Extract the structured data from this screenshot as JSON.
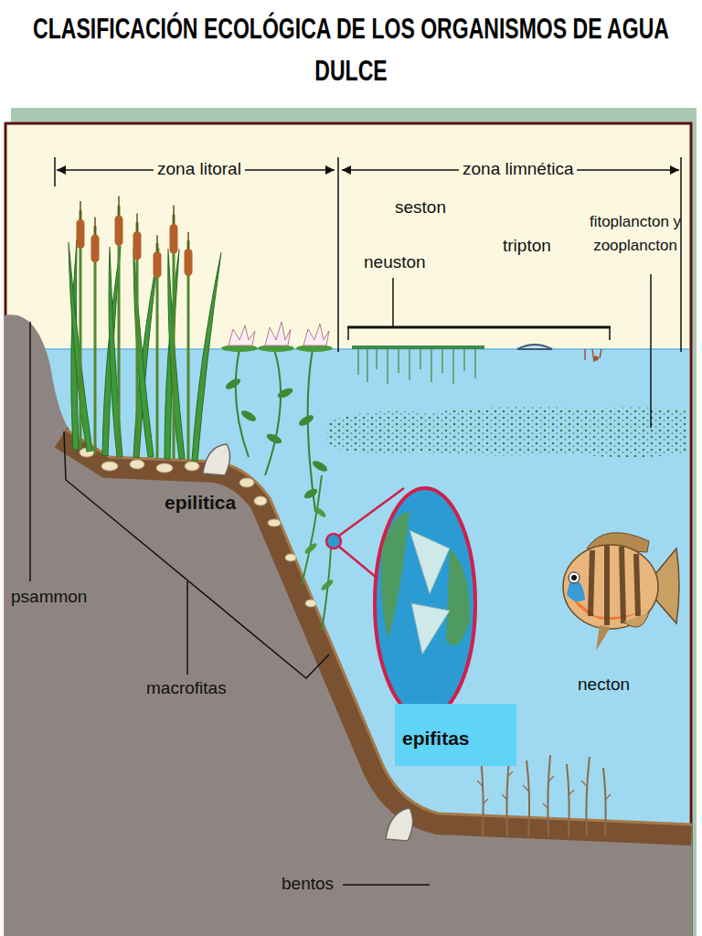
{
  "diagram": {
    "title": "CLASIFICACIÓN ECOLÓGICA DE LOS ORGANISMOS DE AGUA DULCE",
    "nodes": [
      {
        "text": [
          "epifitas"
        ]
      }
    ],
    "labels": [
      "zona litoral",
      "zona limnética",
      "seston",
      "tripton",
      "fitoplancton y zooplancton",
      "neuston",
      "epilitica",
      "psammon",
      "macrofitas",
      "necton",
      "bentos"
    ]
  }
}
